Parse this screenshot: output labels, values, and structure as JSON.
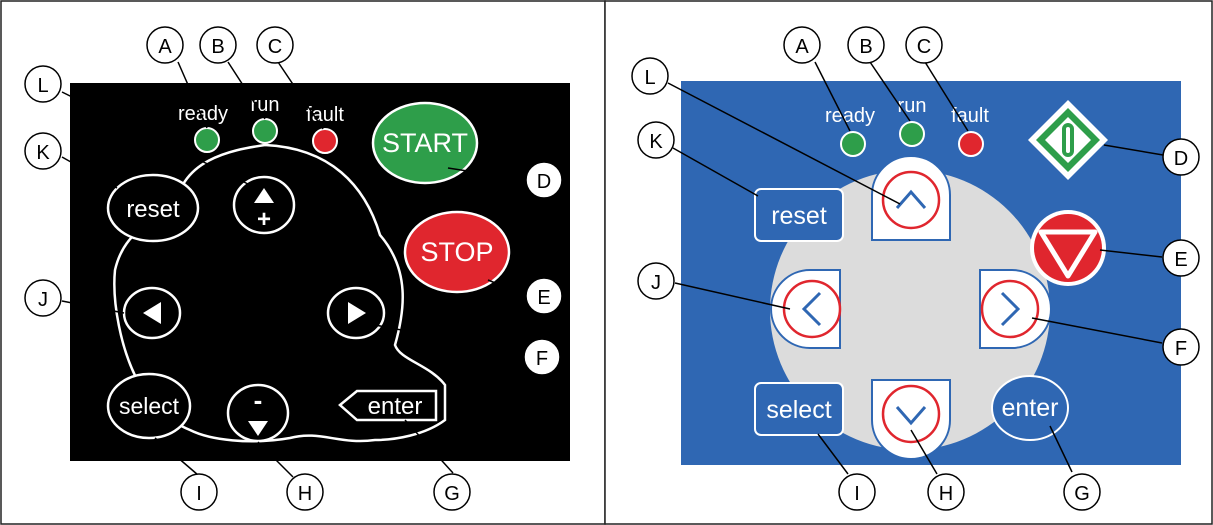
{
  "callout_letters": [
    "A",
    "B",
    "C",
    "D",
    "E",
    "F",
    "G",
    "H",
    "I",
    "J",
    "K",
    "L"
  ],
  "left_panel": {
    "leds": [
      {
        "label": "ready",
        "color": "#2e9e4a"
      },
      {
        "label": "run",
        "color": "#2e9e4a"
      },
      {
        "label": "fault",
        "color": "#e0262e"
      }
    ],
    "buttons": {
      "start": "START",
      "stop": "STOP",
      "reset": "reset",
      "select": "select",
      "enter": "enter",
      "up_symbol": "+",
      "down_symbol": "-"
    },
    "colors": {
      "panel": "#000000",
      "start": "#2e9e4a",
      "stop": "#e0262e",
      "outline": "#ffffff"
    }
  },
  "right_panel": {
    "leds": [
      {
        "label": "ready",
        "color": "#2e9e4a"
      },
      {
        "label": "run",
        "color": "#2e9e4a"
      },
      {
        "label": "fault",
        "color": "#e0262e"
      }
    ],
    "buttons": {
      "reset": "reset",
      "select": "select",
      "enter": "enter"
    },
    "colors": {
      "panel": "#2f67b3",
      "pad": "#dcdcdc",
      "ring": "#e0262e",
      "arrow": "#2f67b3",
      "start": "#2e9e4a",
      "stop": "#e0262e"
    }
  }
}
